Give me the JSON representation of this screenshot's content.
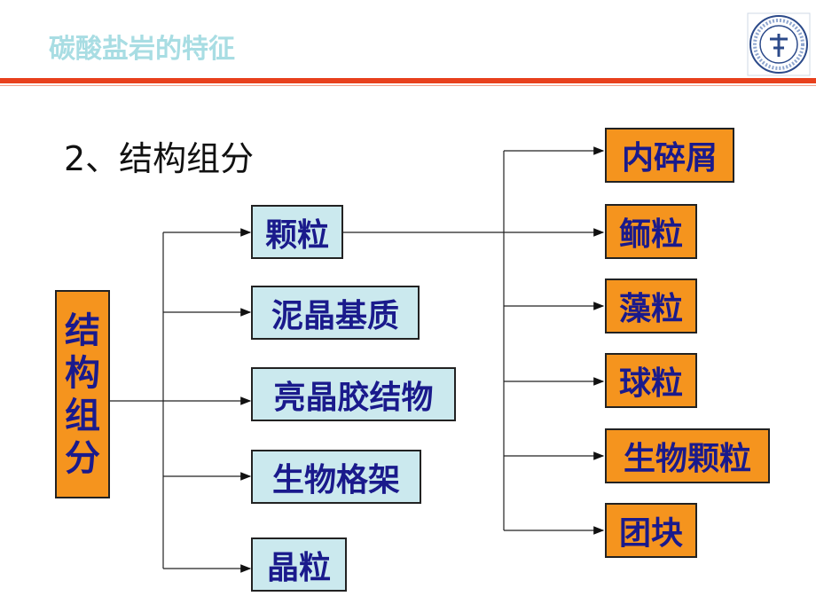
{
  "header": {
    "title": "碳酸盐岩的特征"
  },
  "logo": {
    "name": "university-seal-icon",
    "ring_text": "CHINA UNIVERSITY OF GEOSCIENCES"
  },
  "section_title": "2、结构组分",
  "root": {
    "chars": [
      "结",
      "构",
      "组",
      "分"
    ]
  },
  "components": [
    "颗粒",
    "泥晶基质",
    "亮晶胶结物",
    "生物格架",
    "晶粒"
  ],
  "grain_types": [
    "内碎屑",
    "鲕粒",
    "藻粒",
    "球粒",
    "生物颗粒",
    "团块"
  ],
  "colors": {
    "accent_rule": "#e8401c",
    "blue_box": "#cbe9ee",
    "orange_box": "#f5941e",
    "text_blue": "#1a1a8c"
  }
}
